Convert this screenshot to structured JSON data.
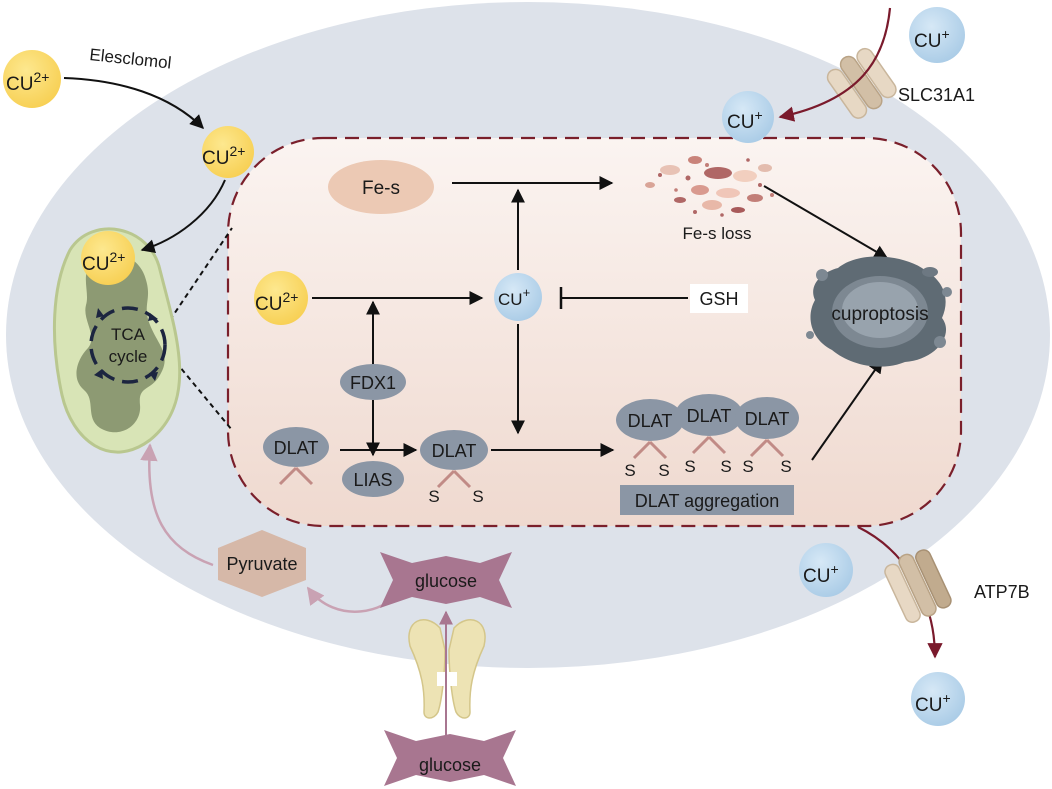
{
  "labels": {
    "elesclomol": "Elesclomol",
    "cu_ion": "CU",
    "charge_2plus": "2+",
    "charge_plus": "+",
    "slc31a1": "SLC31A1",
    "atp7b": "ATP7B",
    "fes": "Fe-s",
    "fes_loss": "Fe-s loss",
    "gsh": "GSH",
    "fdx1": "FDX1",
    "lias": "LIAS",
    "dlat": "DLAT",
    "sulfur": "S",
    "dlat_aggregation": "DLAT aggregation",
    "cuproptosis": "cuproptosis",
    "tca_line1": "TCA",
    "tca_line2": "cycle",
    "pyruvate": "Pyruvate",
    "glucose": "glucose"
  },
  "colors": {
    "cell": "#dde2ea",
    "cu2_ion": "#fad96a",
    "cu1_ion": "#bcd8ee",
    "mito_zone_border": "#7a1f2b",
    "mito_zone_fill_top": "#fbf4f1",
    "mito_zone_fill_bottom": "#efd9cf",
    "protein": "#8b96a5",
    "fes_fill": "#ecc9b4",
    "aggregation_box": "#8b96a5",
    "mitochondrion": "#d8e4b6",
    "cristae": "#8d9a73",
    "pyruvate": "#d6b8a8",
    "glucose": "#a87690",
    "transporter_arrow": "#7a1a2c",
    "glycolysis_arrow": "#c9a2b3",
    "cuproptosis_cell": "#5f6b74"
  },
  "icons": {
    "cell": "cell-membrane-icon",
    "mitochondrion": "mitochondrion-icon",
    "copper_transporter": "transporter-channel-icon",
    "glucose_transporter": "glucose-transporter-icon",
    "fes_loss": "fragment-cluster-icon",
    "cuproptosis": "dying-cell-icon"
  }
}
